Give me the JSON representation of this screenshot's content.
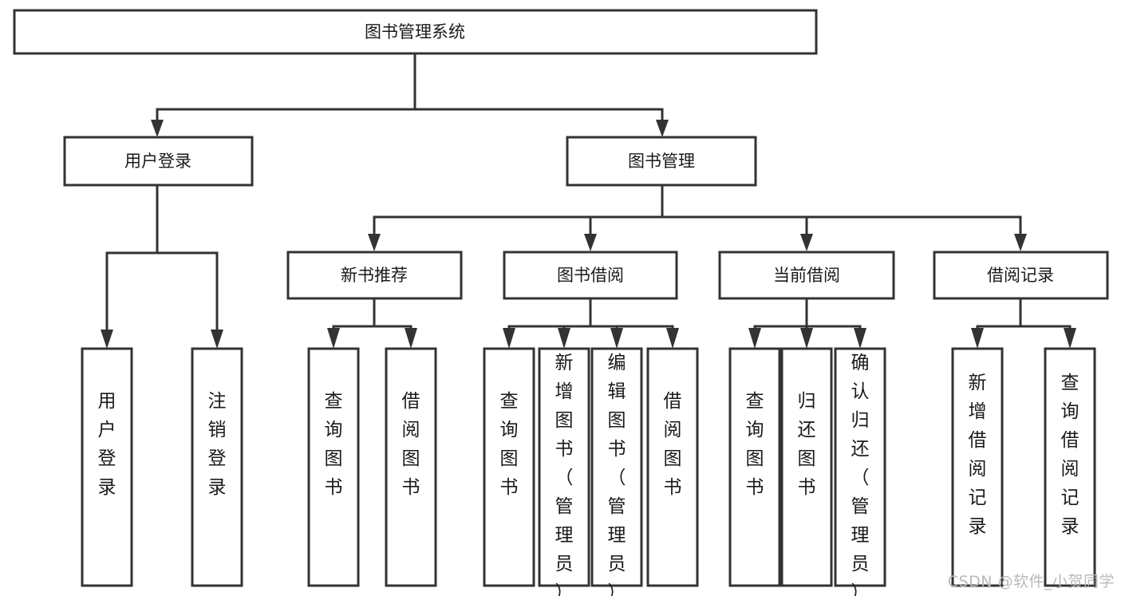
{
  "diagram": {
    "type": "tree",
    "title": "图书管理系统",
    "watermark": "CSDN @软件_小贺同学",
    "colors": {
      "box_stroke": "#333333",
      "box_fill": "#ffffff",
      "text": "#1a1a1a",
      "background": "#ffffff",
      "watermark": "#b9b9b9"
    },
    "nodes": {
      "root": {
        "label": "图书管理系统",
        "level": 1
      },
      "l2": [
        {
          "id": "user-login",
          "label": "用户登录",
          "level": 2
        },
        {
          "id": "book-manage",
          "label": "图书管理",
          "level": 2
        }
      ],
      "l3": [
        {
          "id": "new-book-recommend",
          "label": "新书推荐",
          "level": 3,
          "parent": "book-manage"
        },
        {
          "id": "book-borrow",
          "label": "图书借阅",
          "level": 3,
          "parent": "book-manage"
        },
        {
          "id": "current-borrow",
          "label": "当前借阅",
          "level": 3,
          "parent": "book-manage"
        },
        {
          "id": "borrow-record",
          "label": "借阅记录",
          "level": 3,
          "parent": "book-manage"
        }
      ],
      "leaves": [
        {
          "id": "leaf-user-login",
          "label": "用户登录",
          "parent": "user-login"
        },
        {
          "id": "leaf-logout-login",
          "label": "注销登录",
          "parent": "user-login"
        },
        {
          "id": "leaf-query-book-1",
          "label": "查询图书",
          "parent": "new-book-recommend"
        },
        {
          "id": "leaf-borrow-book-1",
          "label": "借阅图书",
          "parent": "new-book-recommend"
        },
        {
          "id": "leaf-query-book-2",
          "label": "查询图书",
          "parent": "book-borrow"
        },
        {
          "id": "leaf-add-book",
          "label": "新增图书（管理员）",
          "parent": "book-borrow"
        },
        {
          "id": "leaf-edit-book",
          "label": "编辑图书（管理员）",
          "parent": "book-borrow"
        },
        {
          "id": "leaf-borrow-book-2",
          "label": "借阅图书",
          "parent": "book-borrow"
        },
        {
          "id": "leaf-query-book-3",
          "label": "查询图书",
          "parent": "current-borrow"
        },
        {
          "id": "leaf-return-book",
          "label": "归还图书",
          "parent": "current-borrow"
        },
        {
          "id": "leaf-confirm-return",
          "label": "确认归还（管理员）",
          "parent": "current-borrow"
        },
        {
          "id": "leaf-add-record",
          "label": "新增借阅记录",
          "parent": "borrow-record"
        },
        {
          "id": "leaf-query-record",
          "label": "查询借阅记录",
          "parent": "borrow-record"
        }
      ]
    }
  }
}
